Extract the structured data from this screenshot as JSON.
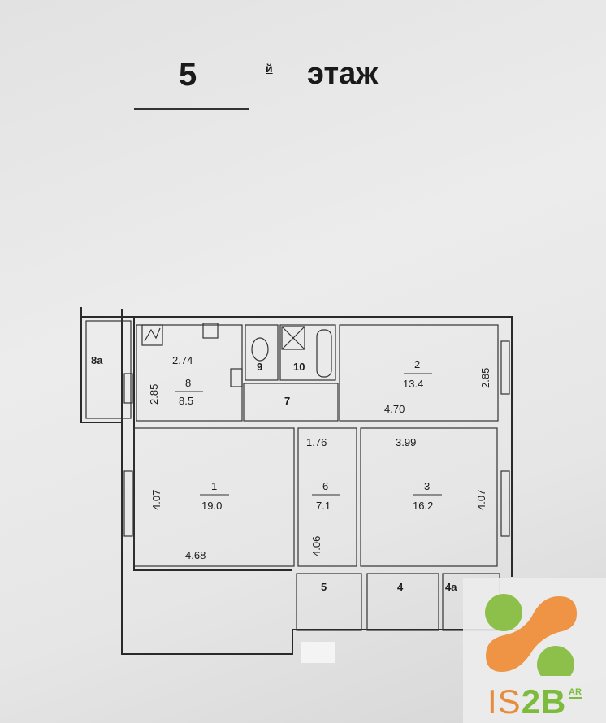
{
  "header": {
    "floor_number": "5",
    "suffix": "й",
    "word": "этаж"
  },
  "rooms": [
    {
      "id": "1",
      "area": "19.0"
    },
    {
      "id": "2",
      "area": "13.4"
    },
    {
      "id": "3",
      "area": "16.2"
    },
    {
      "id": "4"
    },
    {
      "id": "4a"
    },
    {
      "id": "5"
    },
    {
      "id": "6",
      "area": "7.1"
    },
    {
      "id": "7"
    },
    {
      "id": "8",
      "area": "8.5"
    },
    {
      "id": "8a"
    },
    {
      "id": "9"
    },
    {
      "id": "10"
    }
  ],
  "dimensions": {
    "room8_width": "2.74",
    "room8_depth": "2.85",
    "room2_width": "4.70",
    "room2_depth": "2.85",
    "room1_width": "4.68",
    "room1_depth": "4.07",
    "room6_width": "1.76",
    "room6_depth": "4.06",
    "room3_width": "3.99",
    "room3_depth": "4.07"
  },
  "logo": {
    "text_main": "IS",
    "text_bold": "2B",
    "superscript": "AR",
    "colors": {
      "orange": "#e88c3c",
      "green": "#7dbb3c"
    }
  }
}
